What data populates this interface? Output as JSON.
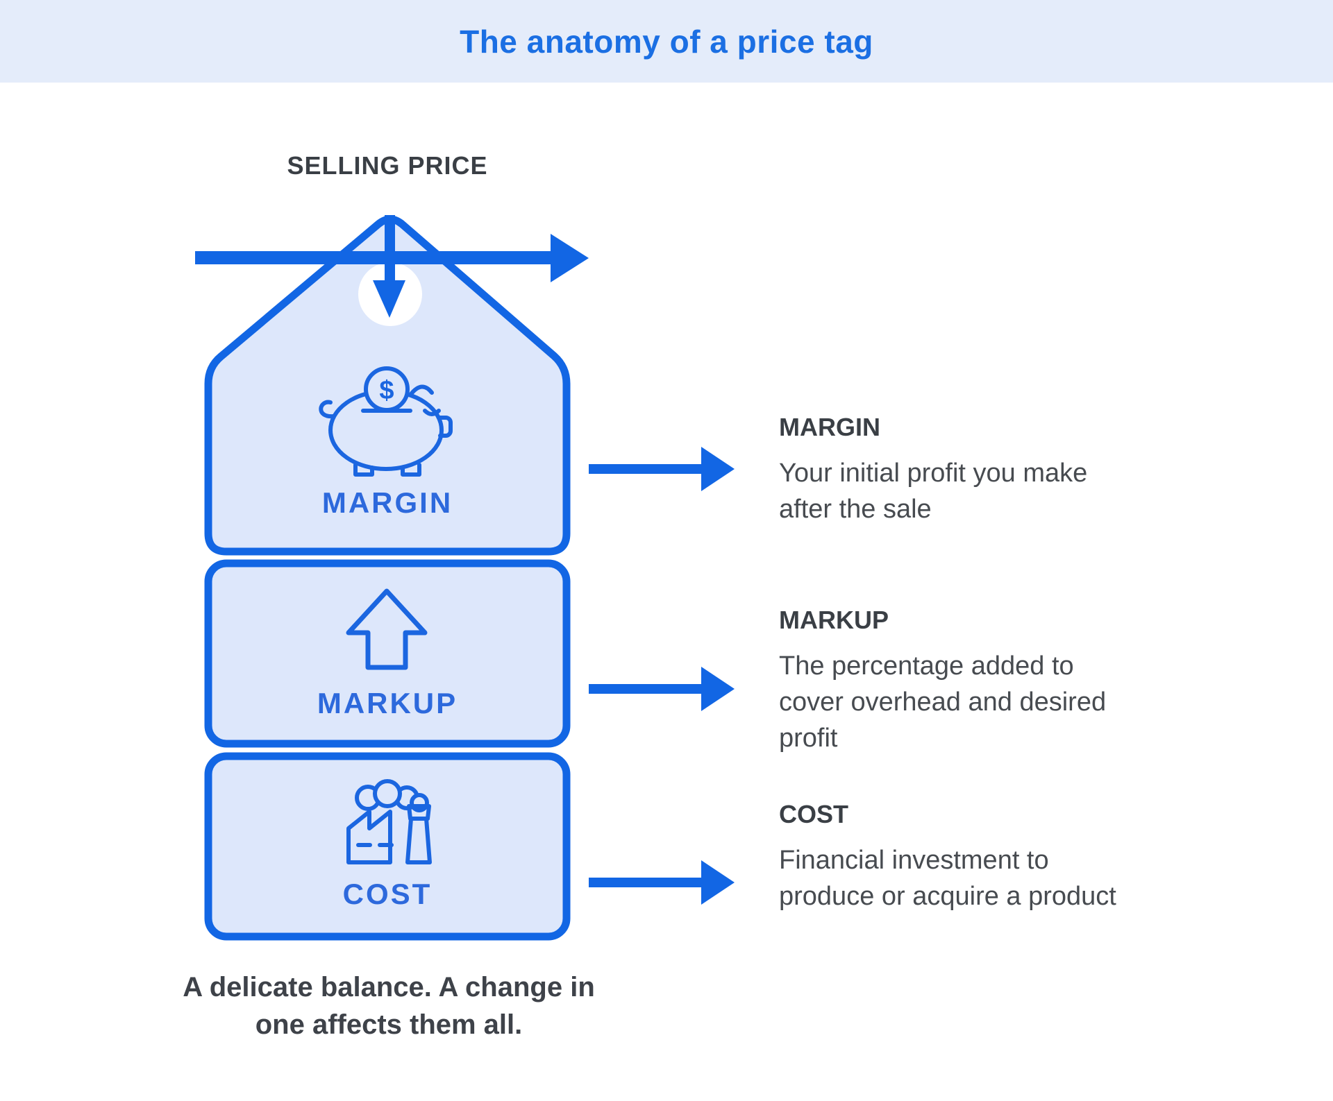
{
  "header": {
    "title": "The anatomy of a price tag"
  },
  "diagram": {
    "selling_price_label": "SELLING PRICE",
    "sections": [
      {
        "id": "margin",
        "label": "MARGIN",
        "icon": "piggy-bank-icon"
      },
      {
        "id": "markup",
        "label": "MARKUP",
        "icon": "up-arrow-icon"
      },
      {
        "id": "cost",
        "label": "COST",
        "icon": "factory-icon"
      }
    ],
    "caption_lines": [
      "A delicate balance. A change in",
      "one affects them all."
    ]
  },
  "definitions": [
    {
      "term": "MARGIN",
      "description_lines": [
        "Your initial profit you make",
        "after the sale"
      ]
    },
    {
      "term": "MARKUP",
      "description_lines": [
        "The percentage added to",
        "cover overhead and desired",
        "profit"
      ]
    },
    {
      "term": "COST",
      "description_lines": [
        "Financial investment to",
        "produce or acquire a product"
      ]
    }
  ],
  "colors": {
    "primary_blue": "#1266e4",
    "title_blue": "#1b6fe3",
    "tag_fill": "#dde7fb",
    "header_band": "#e4ecfa",
    "label_blue": "#2d69dc",
    "icon_stroke": "#1b66e0",
    "heading_text": "#3a3f45",
    "body_text": "#474b50"
  }
}
